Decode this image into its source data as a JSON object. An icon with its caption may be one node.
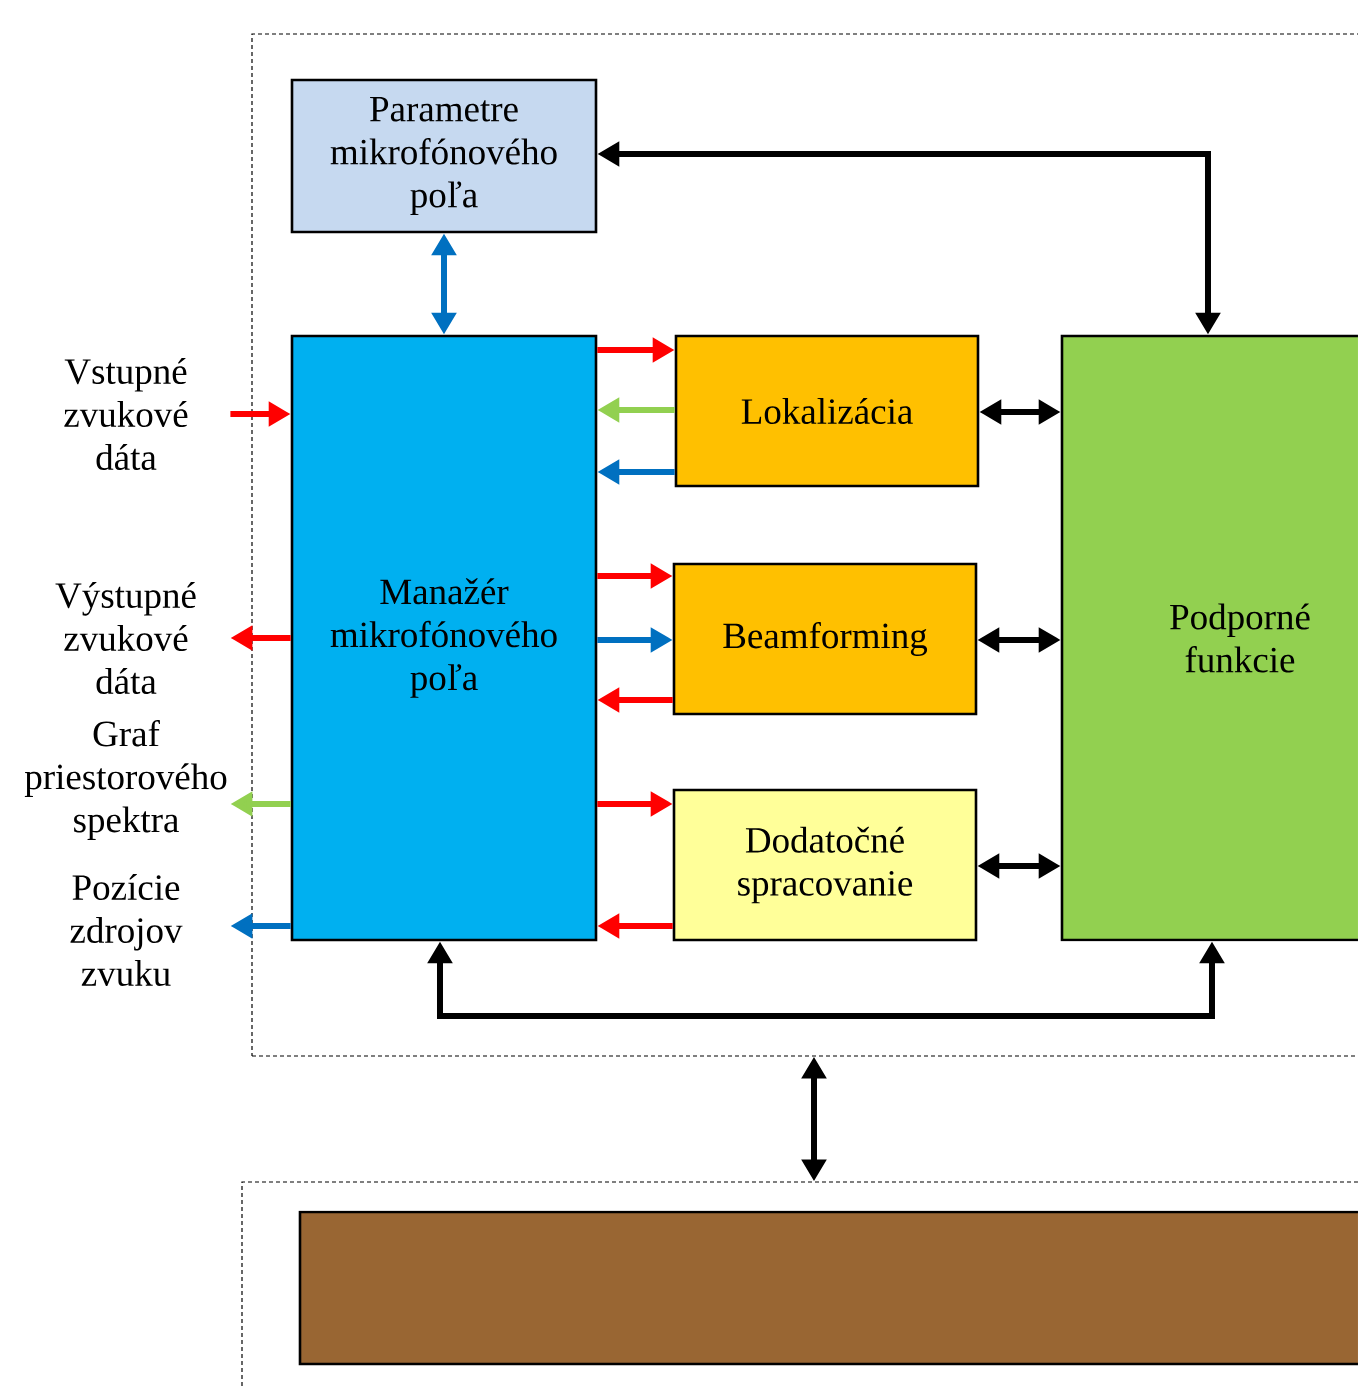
{
  "diagram": {
    "nodes": [
      {
        "text": [],
        "shape": "box"
      },
      {
        "text": [
          "Parametre mikrofónového poľa"
        ],
        "in": 0
      },
      {
        "text": [
          "Manažér mikrofónového poľa"
        ],
        "in": 0
      },
      {
        "text": [
          "Lokalizácia"
        ],
        "in": 0
      },
      {
        "text": [
          "Beamforming"
        ],
        "in": 0
      },
      {
        "text": [
          "Dodatočné spracovanie"
        ],
        "in": 0
      },
      {
        "text": [
          "Podporné funkcie"
        ],
        "in": 0
      },
      {
        "text": [],
        "shape": "box"
      },
      {
        "text": [],
        "shape": "box",
        "in": 7
      },
      {
        "text": [
          "Vstupné zvukové dáta"
        ]
      },
      {
        "text": [
          "Výstupné zvukové dáta"
        ]
      },
      {
        "text": [
          "Graf priestorového spektra"
        ]
      },
      {
        "text": [
          "Pozície zdrojov zvuku"
        ]
      }
    ],
    "edges": [
      {
        "from": 9,
        "to": 2,
        "arrow": "to",
        "color": "#ff0000"
      },
      {
        "from": 2,
        "to": 10,
        "arrow": "to",
        "color": "#ff0000"
      },
      {
        "from": 2,
        "to": 11,
        "arrow": "to",
        "color": "#92d050"
      },
      {
        "from": 2,
        "to": 12,
        "arrow": "to",
        "color": "#0070c0"
      },
      {
        "from": 1,
        "to": 2,
        "arrow": "both",
        "color": "#0070c0"
      },
      {
        "from": 6,
        "to": 1,
        "arrow": "both",
        "color": "#000000"
      },
      {
        "from": 2,
        "to": 3,
        "arrow": "to",
        "color": "#ff0000"
      },
      {
        "from": 3,
        "to": 2,
        "arrow": "to",
        "color": "#92d050"
      },
      {
        "from": 3,
        "to": 2,
        "arrow": "to",
        "color": "#0070c0"
      },
      {
        "from": 2,
        "to": 4,
        "arrow": "to",
        "color": "#ff0000"
      },
      {
        "from": 2,
        "to": 4,
        "arrow": "to",
        "color": "#0070c0"
      },
      {
        "from": 4,
        "to": 2,
        "arrow": "to",
        "color": "#ff0000"
      },
      {
        "from": 2,
        "to": 5,
        "arrow": "to",
        "color": "#ff0000"
      },
      {
        "from": 5,
        "to": 2,
        "arrow": "to",
        "color": "#ff0000"
      },
      {
        "from": 3,
        "to": 6,
        "arrow": "both",
        "color": "#000000"
      },
      {
        "from": 4,
        "to": 6,
        "arrow": "both",
        "color": "#000000"
      },
      {
        "from": 5,
        "to": 6,
        "arrow": "both",
        "color": "#000000"
      },
      {
        "from": 2,
        "to": 6,
        "arrow": "both",
        "color": "#000000"
      },
      {
        "from": 0,
        "to": 7,
        "arrow": "both",
        "color": "#000000"
      }
    ]
  }
}
